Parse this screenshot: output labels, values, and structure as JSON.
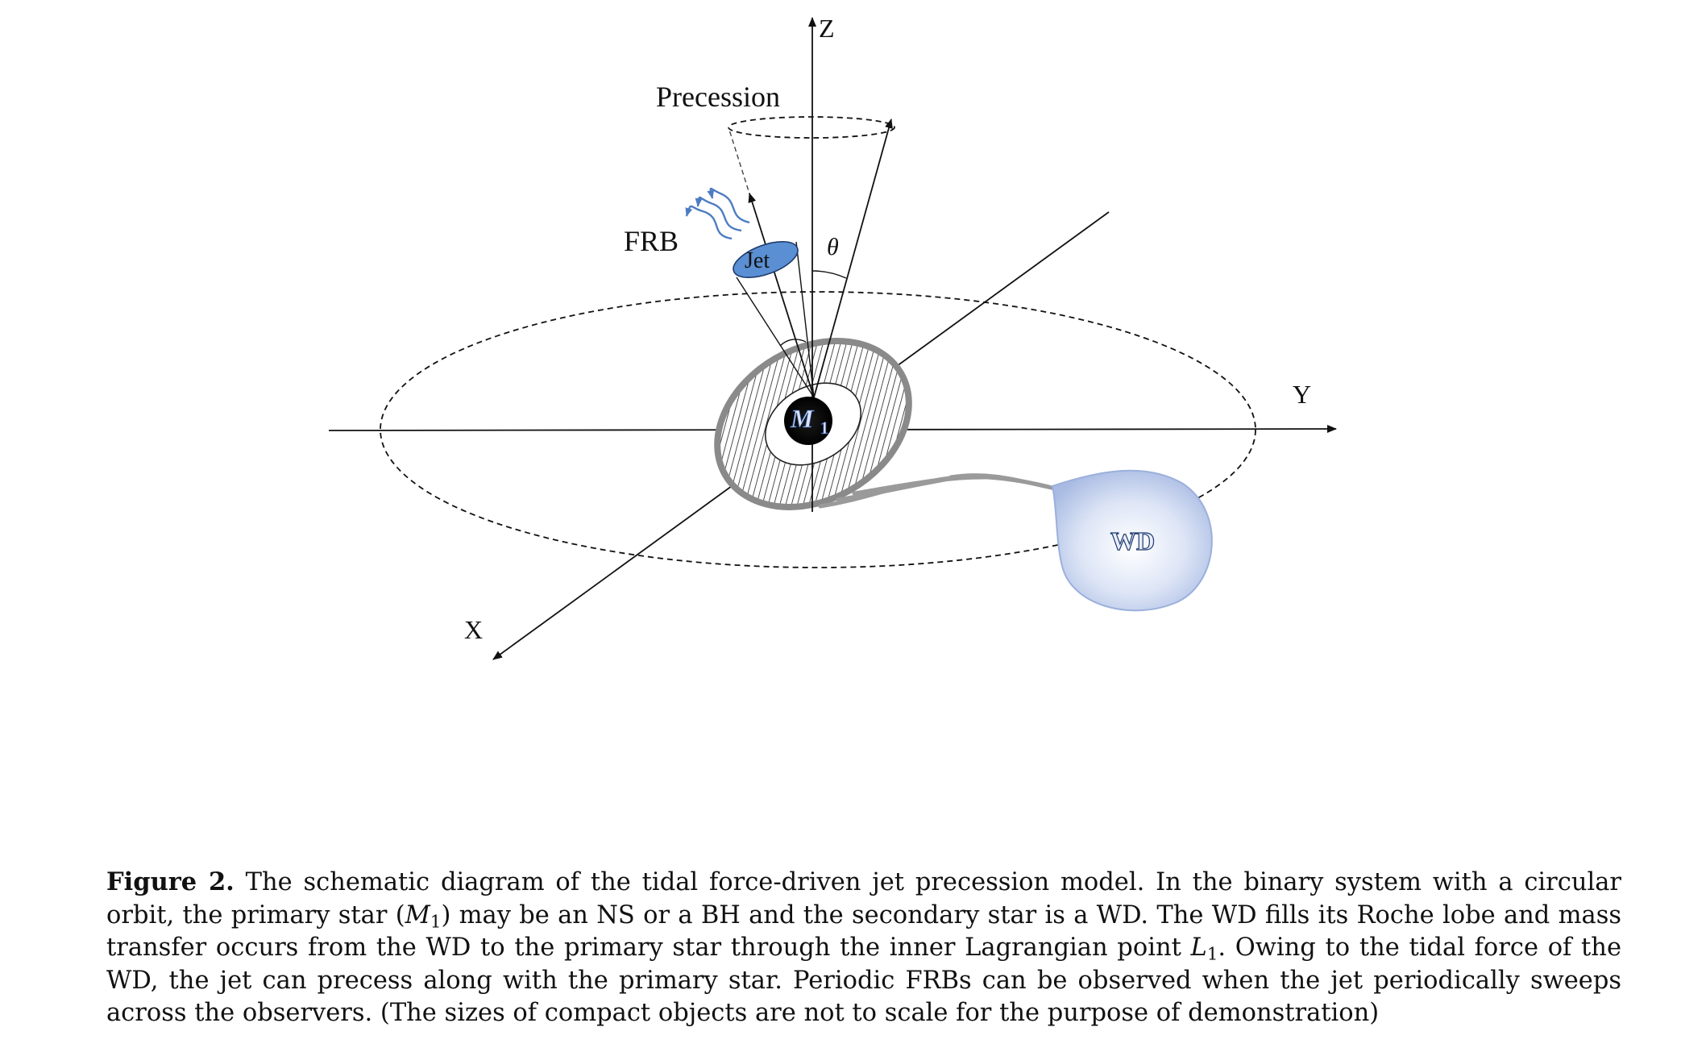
{
  "figure": {
    "labels": {
      "z_axis": "Z",
      "x_axis": "X",
      "y_axis": "Y",
      "precession": "Precession",
      "frb": "FRB",
      "jet": "Jet",
      "theta": "θ",
      "primary_star": "M",
      "primary_star_subscript": "1",
      "secondary_star": "WD"
    },
    "colors": {
      "line": "#111111",
      "jet_fill": "#5b8fd3",
      "frb_waves": "#4d7cc3",
      "wd_fill_center": "#ffffff",
      "wd_fill_edge": "#aebfe5",
      "disk_rim": "#8a8a8a",
      "primary_star_fill": "#000000"
    },
    "icons": [
      "frb-wave-arrows",
      "accretion-disk",
      "wd-teardrop"
    ]
  },
  "caption": {
    "label": "Figure 2.",
    "text_1": " The schematic diagram of the tidal force-driven jet precession model. In the binary system with a circular orbit, the primary star (",
    "math_1_main": "M",
    "math_1_sub": "1",
    "text_2": ") may be an NS or a BH and the secondary star is a WD. The WD fills its Roche lobe and mass transfer occurs from the WD to the primary star through the inner Lagrangian point ",
    "math_2_main": "L",
    "math_2_sub": "1",
    "text_3": ". Owing to the tidal force of the WD, the jet can precess along with the primary star. Periodic FRBs can be observed when the jet periodically sweeps across the observers. (The sizes of compact objects are not to scale for the purpose of demonstration)"
  }
}
